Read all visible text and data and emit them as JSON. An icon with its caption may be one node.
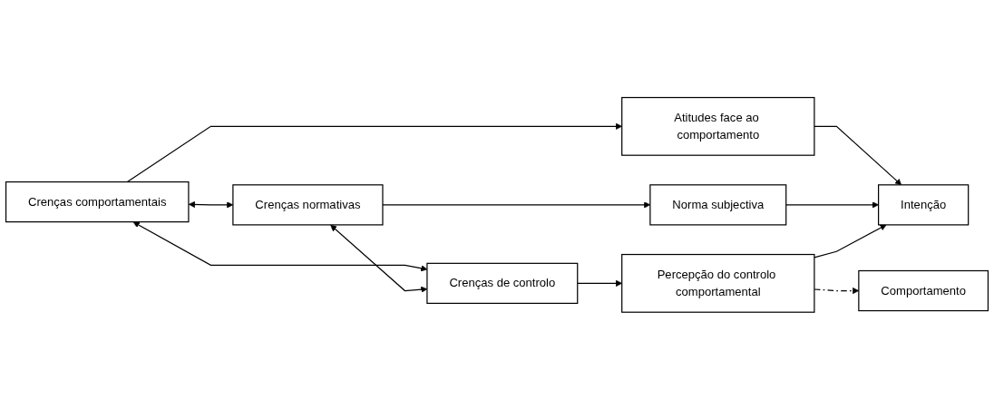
{
  "diagram": {
    "nodes": [
      {
        "text": [
          "Crenças comportamentais"
        ]
      },
      {
        "text": [
          "Atitudes face ao comportamento"
        ]
      },
      {
        "text": [
          "Crenças normativas"
        ]
      },
      {
        "text": [
          "Norma subjectiva"
        ]
      },
      {
        "text": [
          "Intenção"
        ]
      },
      {
        "text": [
          "Comportamento"
        ]
      },
      {
        "text": [
          "Crenças de controlo"
        ]
      },
      {
        "text": [
          "Percepção do controlo comportamental"
        ]
      }
    ],
    "edges": [
      {
        "from": 0,
        "to": 1,
        "arrow": "to"
      },
      {
        "from": 1,
        "to": 4,
        "arrow": "to"
      },
      {
        "from": 2,
        "to": 3,
        "arrow": "to"
      },
      {
        "from": 3,
        "to": 4,
        "arrow": "to"
      },
      {
        "from": 6,
        "to": 7,
        "arrow": "to"
      },
      {
        "from": 7,
        "to": 4,
        "arrow": "to"
      },
      {
        "from": 7,
        "to": 5,
        "arrow": "to",
        "style": "dashed"
      },
      {
        "from": 0,
        "to": 6,
        "arrow": "both"
      },
      {
        "from": 0,
        "to": 2,
        "arrow": "both"
      },
      {
        "from": 2,
        "to": 6,
        "arrow": "both"
      }
    ]
  }
}
